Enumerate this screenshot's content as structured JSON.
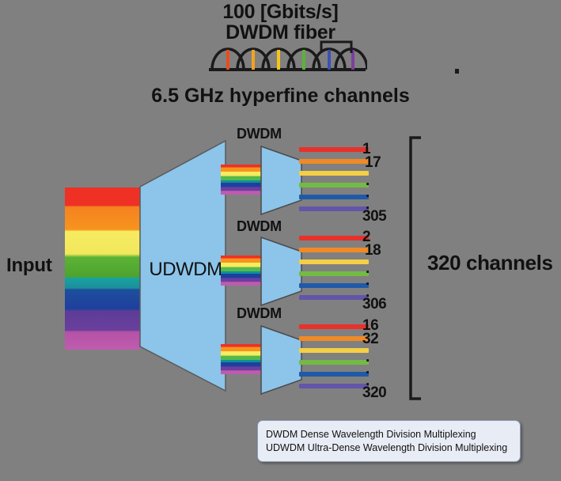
{
  "background_color": "#808080",
  "headings": {
    "line1": "100 [Gbits/s]",
    "line2": "DWDM fiber",
    "hyperfine": "6.5 GHz  hyperfine channels"
  },
  "input": {
    "label": "Input",
    "spectrum_colors": [
      "#ee3124",
      "#f7941e",
      "#f6eb61",
      "#54b948",
      "#0f8f9e",
      "#1f3f9e",
      "#6a3f9e",
      "#bf5cb0"
    ]
  },
  "udwdm": {
    "label": "UDWDM",
    "fill": "#8cc4ea"
  },
  "dwdm_blocks": [
    {
      "label": "DWDM"
    },
    {
      "label": "DWDM"
    },
    {
      "label": "DWDM"
    }
  ],
  "output_groups": [
    {
      "bar_colors": [
        "#e8312a",
        "#f08a26",
        "#f5cf45",
        "#72bb44",
        "#1f5aa8",
        "#6355a8"
      ],
      "first": "1",
      "second": "17",
      "dots": [
        ".",
        ".",
        "."
      ],
      "last": "305"
    },
    {
      "bar_colors": [
        "#e8312a",
        "#f08a26",
        "#f5cf45",
        "#72bb44",
        "#1f5aa8",
        "#6355a8"
      ],
      "first": "2",
      "second": "18",
      "dots": [
        ".",
        ".",
        "."
      ],
      "last": "306"
    },
    {
      "bar_colors": [
        "#e8312a",
        "#f08a26",
        "#f5cf45",
        "#72bb44",
        "#1f5aa8",
        "#6355a8"
      ],
      "first": "16",
      "second": "32",
      "dots": [
        ".",
        ".",
        "."
      ],
      "last": "320"
    }
  ],
  "total_channels_label": "320 channels",
  "spectrum_arches": {
    "count": 6,
    "line_colors": [
      "#e84c1d",
      "#f5a21e",
      "#f5c518",
      "#5cb335",
      "#3a51b5",
      "#7b3f9e"
    ]
  },
  "legend": {
    "line1": "DWDM Dense Wavelength Division Multiplexing",
    "line2": "UDWDM Ultra-Dense Wavelength Division Multiplexing"
  }
}
